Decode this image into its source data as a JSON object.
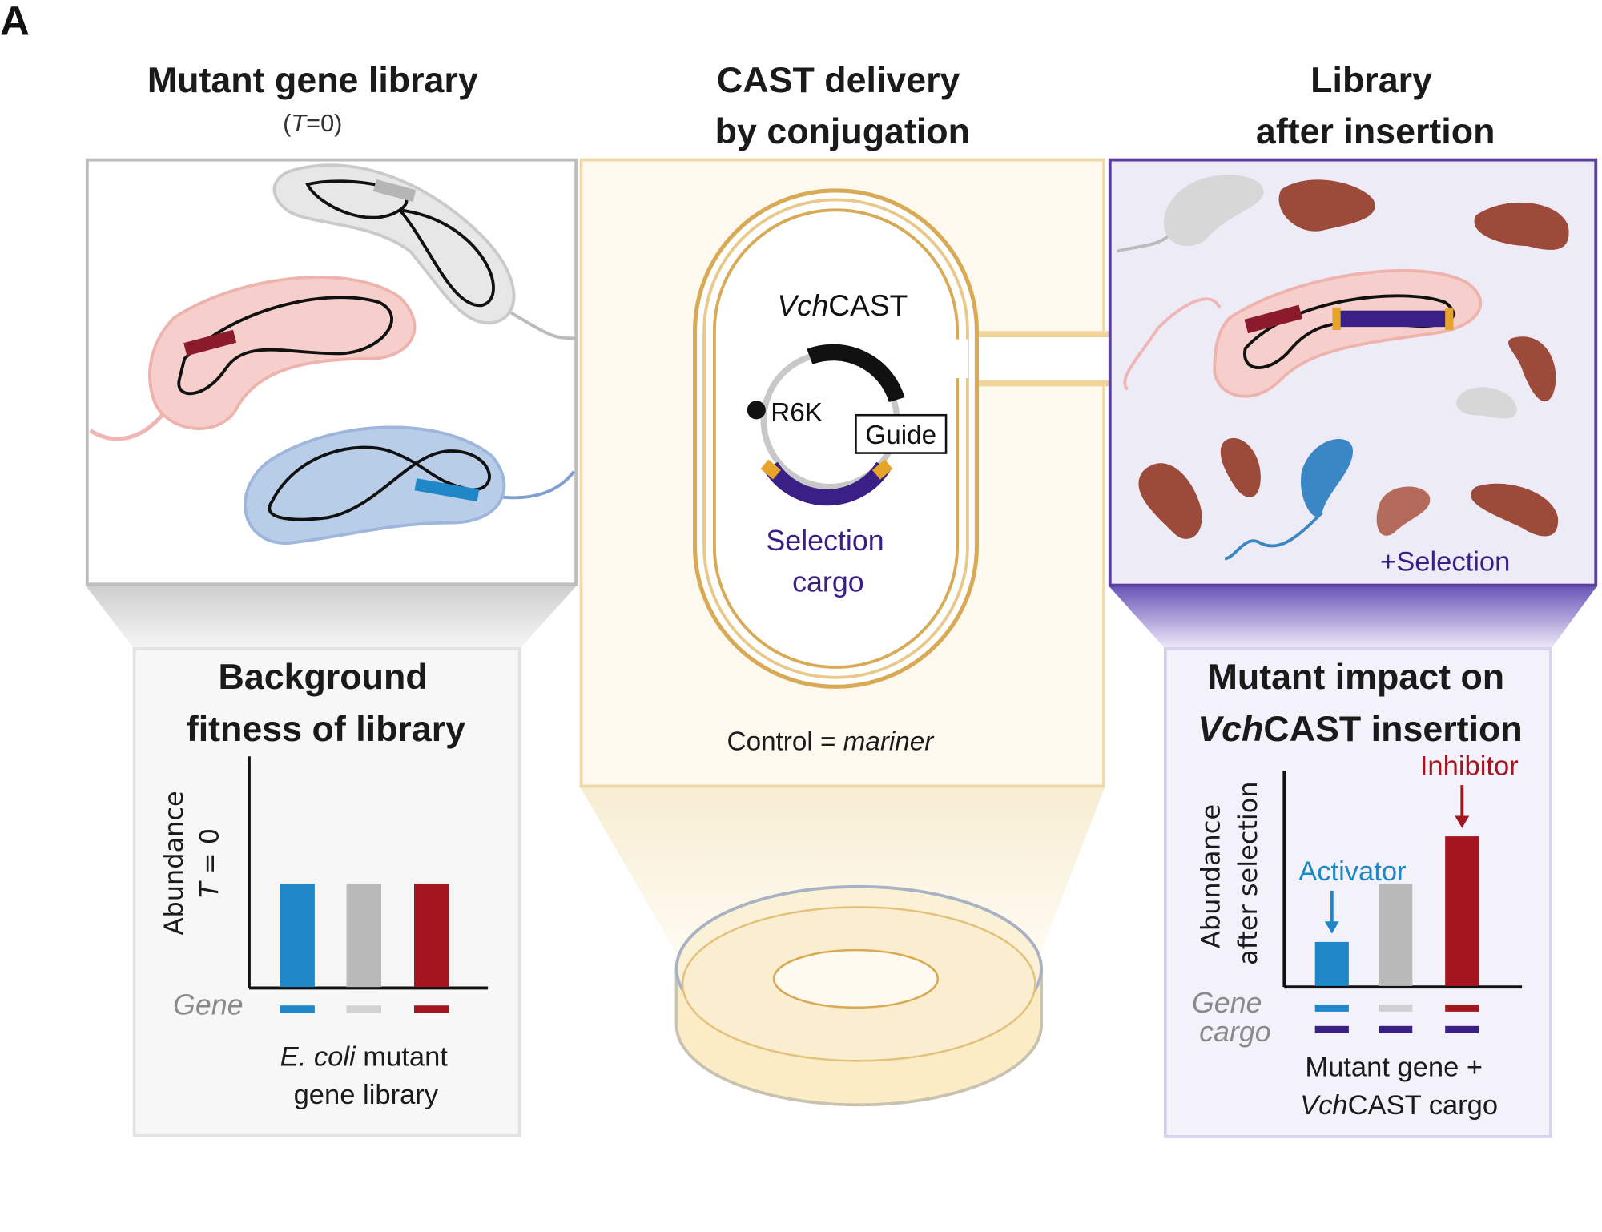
{
  "panel_label": "A",
  "left": {
    "title": "Mutant gene library",
    "subtitle_italic": "T",
    "subtitle_rest": "=0",
    "inset_title_1": "Background",
    "inset_title_2": "fitness of library",
    "footer_italic": "E. coli",
    "footer_rest": " mutant",
    "footer_2": "gene library"
  },
  "middle": {
    "title_1": "CAST delivery",
    "title_2": "by conjugation",
    "plasmid_italic": "Vch",
    "plasmid_rest": "CAST",
    "origin_label": "R6K",
    "guide_label": "Guide",
    "cargo_1": "Selection",
    "cargo_2": "cargo",
    "control_prefix": "Control = ",
    "control_italic": "mariner"
  },
  "right": {
    "title_1": "Library",
    "title_2": "after insertion",
    "selection_label": "+Selection",
    "inset_title_1": "Mutant impact on",
    "inset_title_2_italic": "Vch",
    "inset_title_2_rest": "CAST insertion",
    "footer_1": "Mutant gene +",
    "footer_2_italic": "Vch",
    "footer_2_rest": "CAST cargo"
  },
  "colors": {
    "blue": "#1f87c8",
    "gray": "#b9b9b9",
    "red": "#a3161f",
    "purple": "#3a1f86",
    "gold": "#d9aa55",
    "brown": "#9c4a3a"
  },
  "chart_data": [
    {
      "type": "bar",
      "title": "Background fitness of library",
      "ylabel": "Abundance T = 0",
      "xlabel": "E. coli mutant gene library",
      "row_labels": [
        "Gene"
      ],
      "categories": [
        "blue",
        "gray",
        "red"
      ],
      "values": [
        1,
        1,
        1
      ],
      "ylim": [
        0,
        1.6
      ]
    },
    {
      "type": "bar",
      "title": "Mutant impact on VchCAST insertion",
      "ylabel": "Abundance after selection",
      "xlabel": "Mutant gene + VchCAST cargo",
      "row_labels": [
        "Gene",
        "cargo"
      ],
      "categories": [
        "blue",
        "gray",
        "red"
      ],
      "values": [
        0.43,
        1,
        1.46
      ],
      "annotations": [
        "Activator",
        "",
        "Inhibitor"
      ],
      "ylim": [
        0,
        1.6
      ]
    }
  ]
}
